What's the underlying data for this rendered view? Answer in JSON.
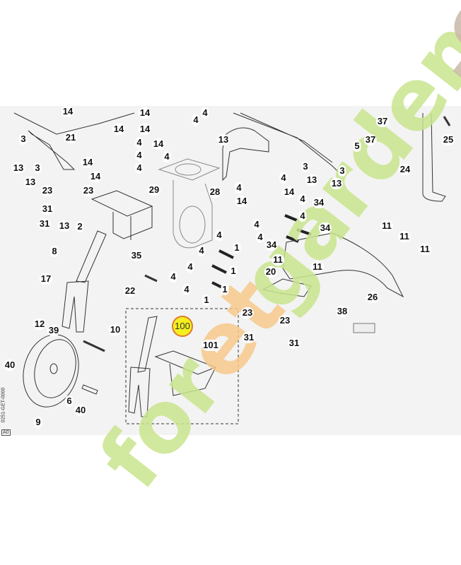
{
  "diagram": {
    "drawing_code": "0251-GET-0000",
    "revision": "A0",
    "highlighted_part": "100",
    "labels": [
      "14",
      "14",
      "4",
      "21",
      "3",
      "14",
      "14",
      "4",
      "4",
      "13",
      "37",
      "37",
      "5",
      "25",
      "13",
      "3",
      "14",
      "4",
      "4",
      "14",
      "4",
      "14",
      "13",
      "23",
      "23",
      "29",
      "28",
      "4",
      "4",
      "3",
      "13",
      "3",
      "13",
      "24",
      "14",
      "14",
      "4",
      "34",
      "31",
      "31",
      "13",
      "2",
      "11",
      "4",
      "34",
      "8",
      "35",
      "4",
      "1",
      "4",
      "34",
      "11",
      "11",
      "11",
      "20",
      "4",
      "1",
      "17",
      "22",
      "4",
      "26",
      "1",
      "23",
      "23",
      "38",
      "12",
      "39",
      "10",
      "100",
      "101",
      "31",
      "31",
      "40",
      "6",
      "40",
      "9",
      "4",
      "4",
      "1",
      "11",
      "4"
    ]
  },
  "watermark": {
    "text": "foretgarden.com",
    "colors": {
      "green": "#c9e58f",
      "orange": "#f7c98c",
      "tan": "#c9b9a6"
    }
  },
  "colors": {
    "highlight_fill": "#f4f020",
    "highlight_border": "#e07a2a",
    "background": "#f3f3f3"
  }
}
